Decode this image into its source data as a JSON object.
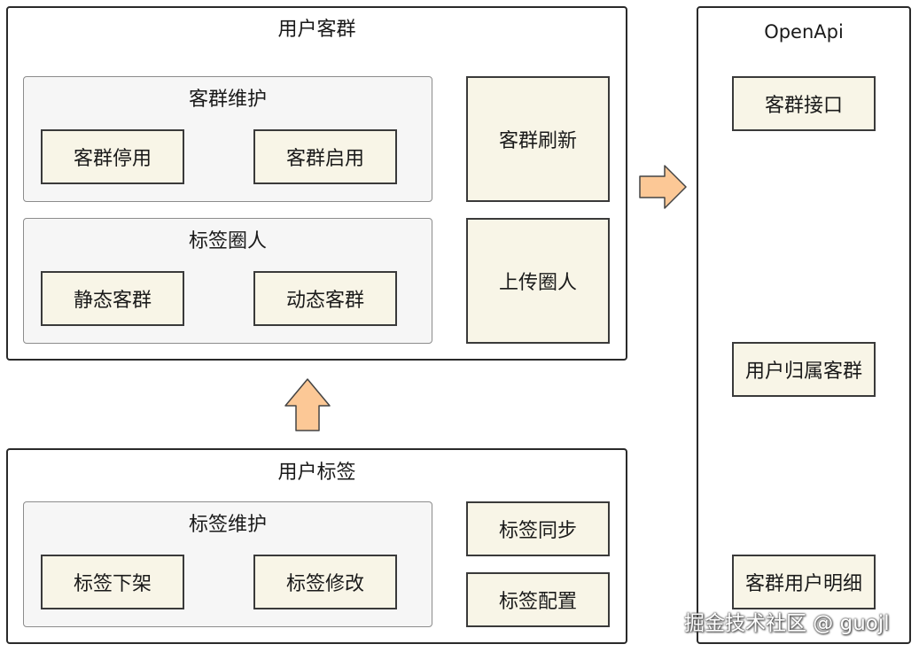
{
  "user_segments": {
    "title": "用户客群",
    "maintenance": {
      "title": "客群维护",
      "disable": "客群停用",
      "enable": "客群启用"
    },
    "tag_selection": {
      "title": "标签圈人",
      "static": "静态客群",
      "dynamic": "动态客群"
    },
    "refresh": "客群刷新",
    "upload": "上传圈人"
  },
  "user_tags": {
    "title": "用户标签",
    "maintenance": {
      "title": "标签维护",
      "offline": "标签下架",
      "modify": "标签修改"
    },
    "sync": "标签同步",
    "config": "标签配置"
  },
  "openapi": {
    "title": "OpenApi",
    "segment_api": "客群接口",
    "user_segments": "用户归属客群",
    "segment_users": "客群用户明细"
  },
  "watermark": "掘金技术社区 @ guojl",
  "colors": {
    "arrow_fill": "#fcc896",
    "arrow_stroke": "#444444",
    "box_fill": "#f8f5e7",
    "group_fill": "#f6f6f6"
  }
}
